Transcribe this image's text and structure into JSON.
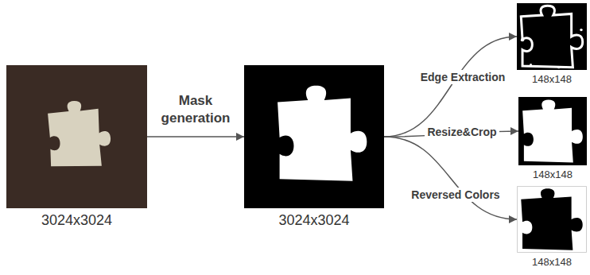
{
  "diagram": {
    "nodes": [
      {
        "text": [
          "3024x3024"
        ]
      },
      {
        "text": [
          "3024x3024"
        ]
      },
      {
        "text": [
          "148x148"
        ]
      },
      {
        "text": [
          "148x148"
        ]
      },
      {
        "text": [
          "148x148"
        ]
      }
    ],
    "edges": [
      {
        "from": 0,
        "to": 1,
        "arrow": "to",
        "label": "Mask generation"
      },
      {
        "from": 1,
        "to": 2,
        "arrow": "to",
        "label": "Edge Extraction"
      },
      {
        "from": 1,
        "to": 3,
        "arrow": "to",
        "label": "Resize&Crop"
      },
      {
        "from": 1,
        "to": 4,
        "arrow": "to",
        "label": "Reversed Colors"
      }
    ]
  }
}
